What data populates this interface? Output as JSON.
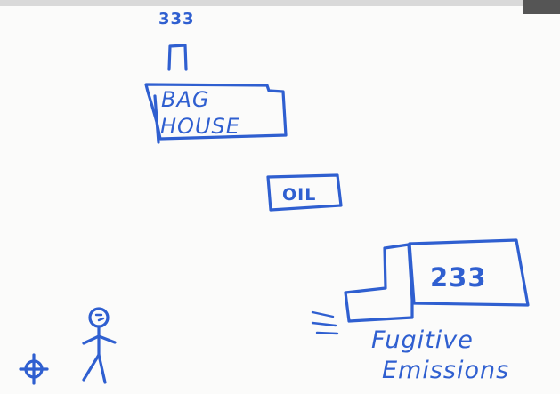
{
  "sketch": {
    "stack_top_marks": "333",
    "baghouse_line1": "BAG",
    "baghouse_line2": "HOUSE",
    "oil_label": "OIL",
    "unit_label": "233",
    "fugitive_line1": "Fugitive",
    "fugitive_line2": "Emissions"
  },
  "colors": {
    "ink": "#2f5fd0",
    "paper": "#fbfbfa"
  },
  "icons": {
    "target": "crosshair-icon",
    "person": "stick-figure-icon"
  }
}
